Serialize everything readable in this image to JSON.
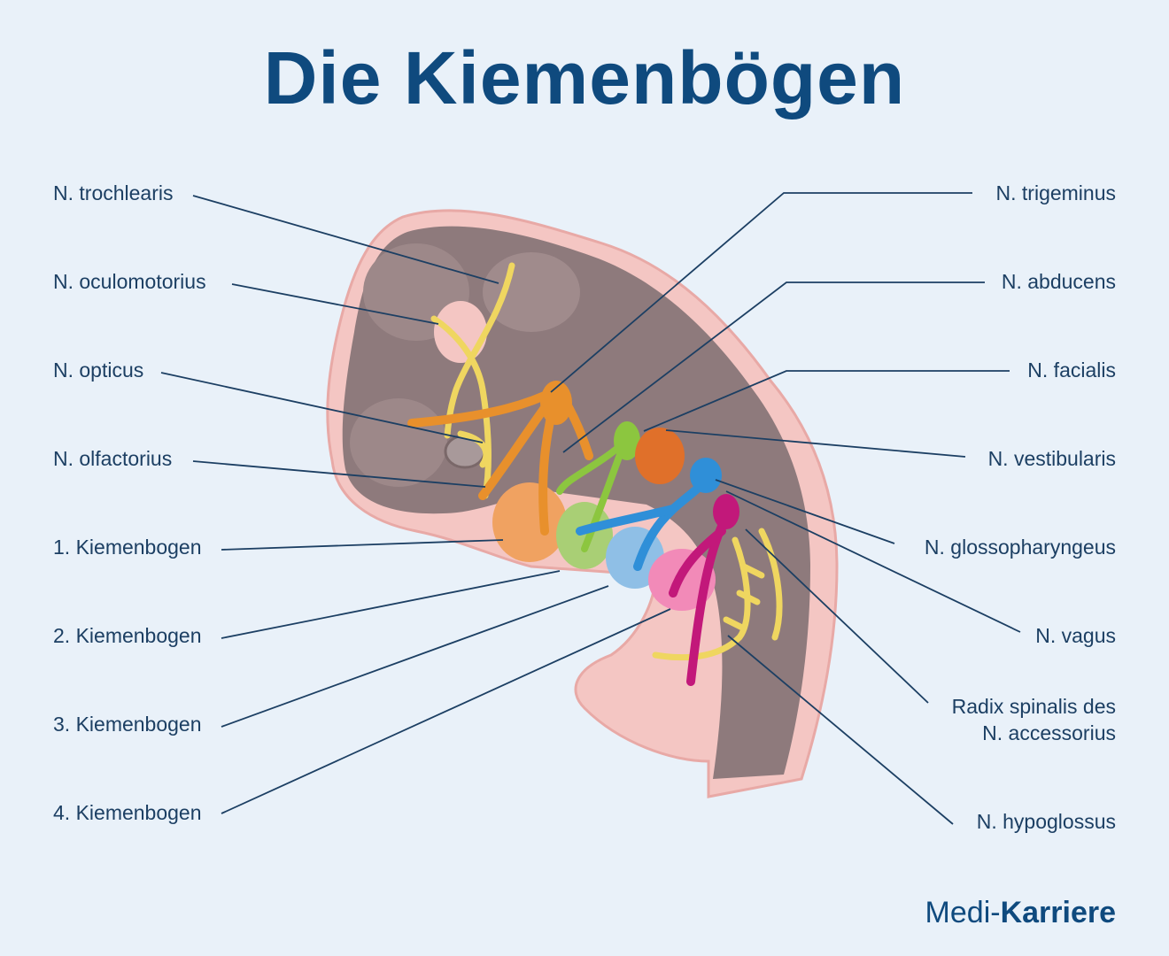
{
  "title": "Die Kiemenbögen",
  "left_labels": [
    "N. trochlearis",
    "N. oculomotorius",
    "N. opticus",
    "N. olfactorius",
    "1. Kiemenbogen",
    "2. Kiemenbogen",
    "3. Kiemenbogen",
    "4. Kiemenbogen"
  ],
  "right_labels": [
    "N. trigeminus",
    "N. abducens",
    "N. facialis",
    "N. vestibularis",
    "N. glossopharyngeus",
    "N. vagus",
    "Radix spinalis des",
    "N. accessorius",
    "N. hypoglossus"
  ],
  "brand": {
    "part1": "Medi-",
    "part2": "Karriere"
  },
  "colors": {
    "title": "#0f4a7e",
    "leader": "#1c3f63",
    "embryo": "#8e7a7c",
    "skin": "#f4c6c3",
    "arch1": "#f0a261",
    "arch2": "#a9cf75",
    "arch3": "#8fbfe6",
    "arch4": "#f28ab8",
    "trigeminus": "#e8902c",
    "facialis": "#8cc63f",
    "vestibularis": "#e0702a",
    "glossopharyngeus": "#2f8fd8",
    "vagus": "#c2187a",
    "nerve": "#efd660"
  }
}
